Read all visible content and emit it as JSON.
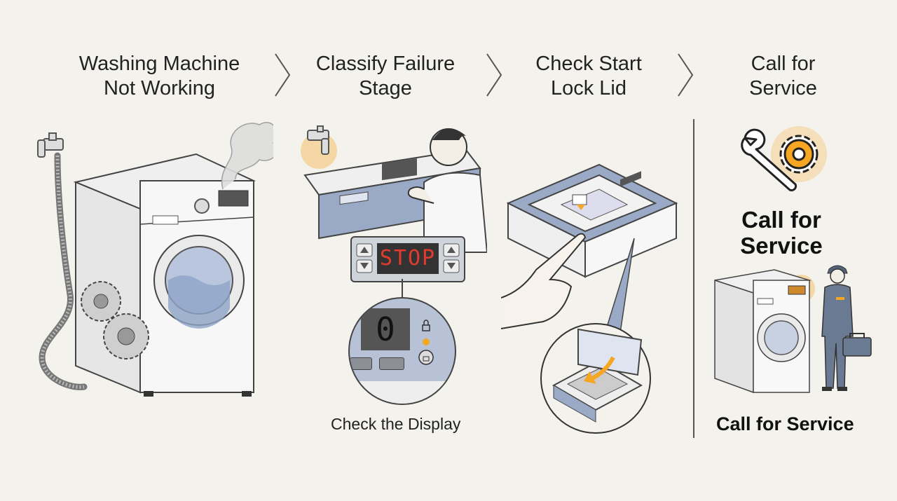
{
  "steps": [
    {
      "line1": "Washing Machine",
      "line2": "Not Working"
    },
    {
      "line1": "Classify Failure",
      "line2": "Stage"
    },
    {
      "line1": "Check Start",
      "line2": "Lock Lid"
    },
    {
      "line1": "Call for",
      "line2": "Service"
    }
  ],
  "panel2": {
    "display_text": "STOP",
    "zoom_digit": "0",
    "caption": "Check the Display"
  },
  "panel4": {
    "heading_line1": "Call for",
    "heading_line2": "Service",
    "caption": "Call for Service"
  },
  "colors": {
    "background": "#f4f2ec",
    "ink": "#333333",
    "accent_orange": "#f5a623",
    "panel_blue": "#9aaac6",
    "lcd_red": "#e23b2e"
  },
  "icons": [
    "faucet-icon",
    "gear-icon",
    "wrench-icon",
    "lock-icon",
    "chevron-right-icon"
  ]
}
